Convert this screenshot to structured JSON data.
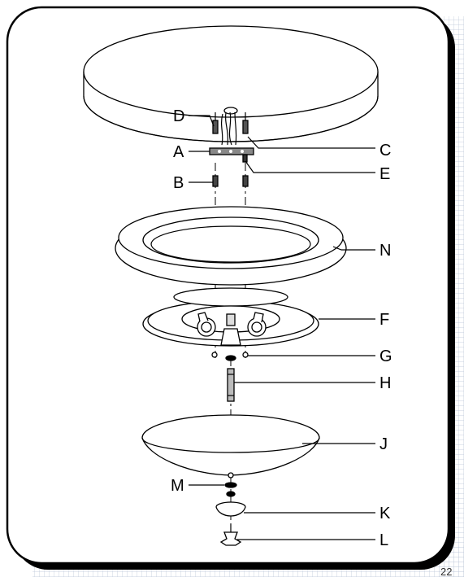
{
  "diagram": {
    "labels": {
      "A": "A",
      "B": "B",
      "C": "C",
      "D": "D",
      "E": "E",
      "F": "F",
      "G": "G",
      "H": "H",
      "J": "J",
      "K": "K",
      "L": "L",
      "M": "M",
      "N": "N"
    },
    "page_number": "22"
  },
  "colors": {
    "ink": "#000000",
    "paper": "#ffffff",
    "grid": "#b9c4d6",
    "shadow": "#000000"
  }
}
